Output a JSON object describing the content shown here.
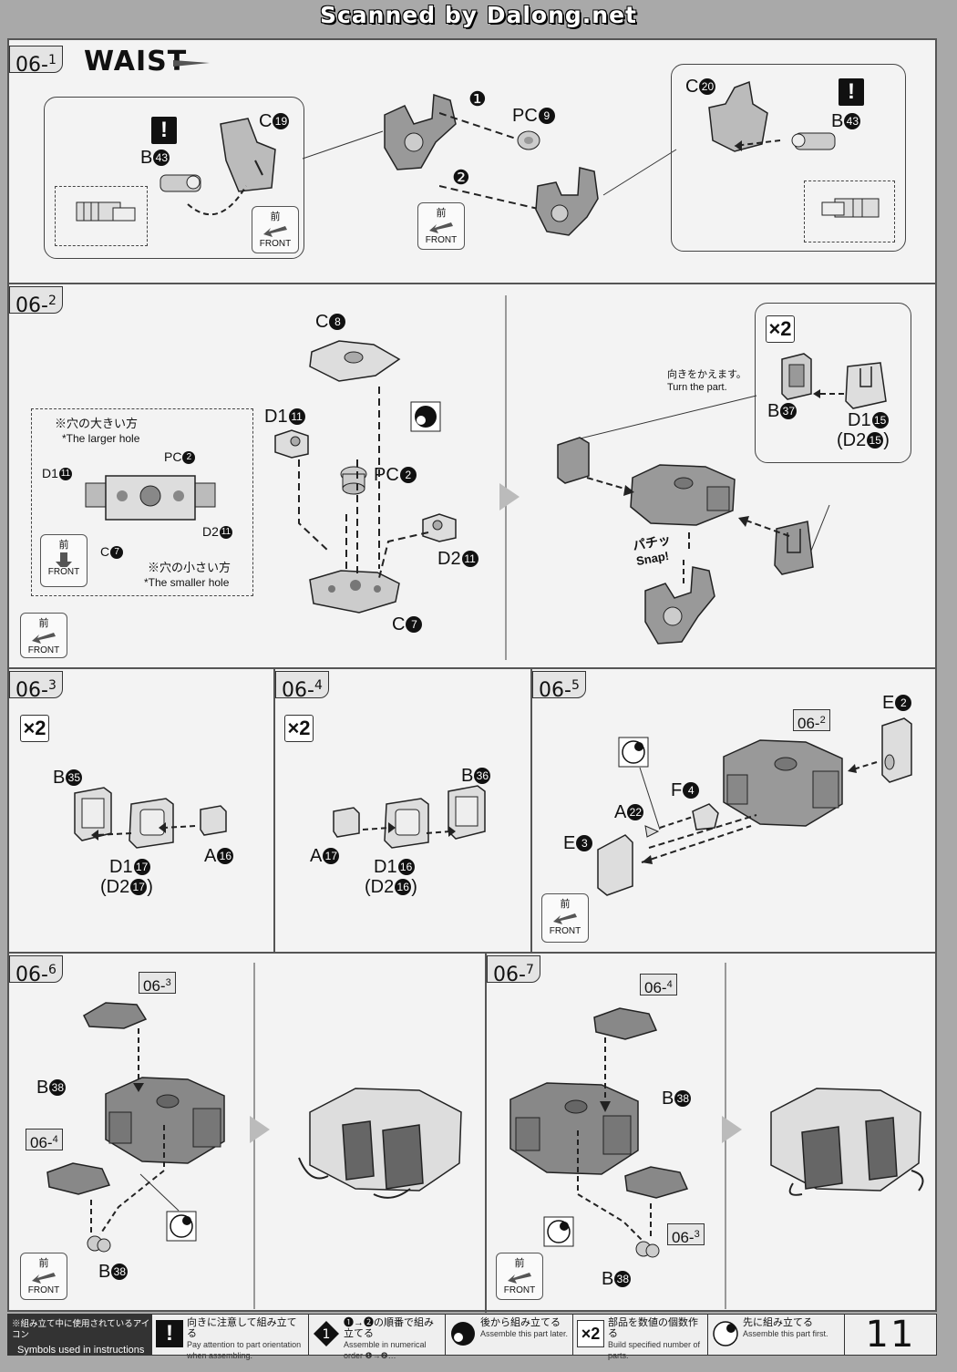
{
  "banner": "Scanned by Dalong.net",
  "front": {
    "jp": "前",
    "en": "FRONT"
  },
  "s06_1": {
    "label": "06-",
    "sub": "1",
    "title": "WAIST",
    "step1": "❶",
    "step2": "❷",
    "pc9": "PC",
    "pc9_n": "9",
    "c19": "C",
    "c19_n": "19",
    "b43_l": "B",
    "b43_l_n": "43",
    "c20": "C",
    "c20_n": "20",
    "b43_r": "B",
    "b43_r_n": "43"
  },
  "s06_2": {
    "label": "06-",
    "sub": "2",
    "c8": "C",
    "c8_n": "8",
    "d1_11": "D1",
    "d1_11_n": "11",
    "pc2": "PC",
    "pc2_n": "2",
    "d2_11": "D2",
    "d2_11_n": "11",
    "c7": "C",
    "c7_n": "7",
    "inset_jp_large": "※穴の大きい方",
    "inset_en_large": "*The larger hole",
    "inset_pc2": "PC",
    "inset_pc2_n": "2",
    "inset_d1": "D1",
    "inset_d1_n": "11",
    "inset_d2": "D2",
    "inset_d2_n": "11",
    "inset_c7": "C",
    "inset_c7_n": "7",
    "inset_jp_small": "※穴の小さい方",
    "inset_en_small": "*The smaller hole",
    "turn_jp": "向きをかえます。",
    "turn_en": "Turn the part.",
    "x2": "×2",
    "b37": "B",
    "b37_n": "37",
    "d1_15": "D1",
    "d1_15_n": "15",
    "d2_15": "(D2",
    "d2_15_n": "15",
    "d2_15_close": ")",
    "snap_jp": "パチッ",
    "snap_en": "Snap!"
  },
  "s06_3": {
    "label": "06-",
    "sub": "3",
    "x2": "×2",
    "b35": "B",
    "b35_n": "35",
    "a16": "A",
    "a16_n": "16",
    "d1_17": "D1",
    "d1_17_n": "17",
    "d2_17": "(D2",
    "d2_17_n": "17",
    "close": ")"
  },
  "s06_4": {
    "label": "06-",
    "sub": "4",
    "x2": "×2",
    "b36": "B",
    "b36_n": "36",
    "a17": "A",
    "a17_n": "17",
    "d1_16": "D1",
    "d1_16_n": "16",
    "d2_16": "(D2",
    "d2_16_n": "16",
    "close": ")"
  },
  "s06_5": {
    "label": "06-",
    "sub": "5",
    "ref": "06-",
    "ref_sub": "2",
    "e2": "E",
    "e2_n": "2",
    "f4": "F",
    "f4_n": "4",
    "a22": "A",
    "a22_n": "22",
    "e3": "E",
    "e3_n": "3"
  },
  "s06_6": {
    "label": "06-",
    "sub": "6",
    "ref3": "06-",
    "ref3_sub": "3",
    "ref4": "06-",
    "ref4_sub": "4",
    "b38_a": "B",
    "b38_a_n": "38",
    "b38_b": "B",
    "b38_b_n": "38"
  },
  "s06_7": {
    "label": "06-",
    "sub": "7",
    "ref4": "06-",
    "ref4_sub": "4",
    "ref3": "06-",
    "ref3_sub": "3",
    "b38_a": "B",
    "b38_a_n": "38",
    "b38_b": "B",
    "b38_b_n": "38"
  },
  "footer": {
    "heading_jp": "※組み立て中に使用されているアイコン",
    "heading_en": "Symbols used in instructions",
    "items": [
      {
        "jp": "向きに注意して組み立てる",
        "en": "Pay attention to part orientation when assembling."
      },
      {
        "jp": "❶→❷の順番で組み立てる",
        "en": "Assemble in numerical order ❶→❷…"
      },
      {
        "jp": "後から組み立てる",
        "en": "Assemble this part later."
      },
      {
        "jp": "部品を数値の個数作る",
        "en": "Build specified number of parts."
      },
      {
        "jp": "先に組み立てる",
        "en": "Assemble this part first."
      }
    ],
    "x2": "×2",
    "page": "11"
  }
}
